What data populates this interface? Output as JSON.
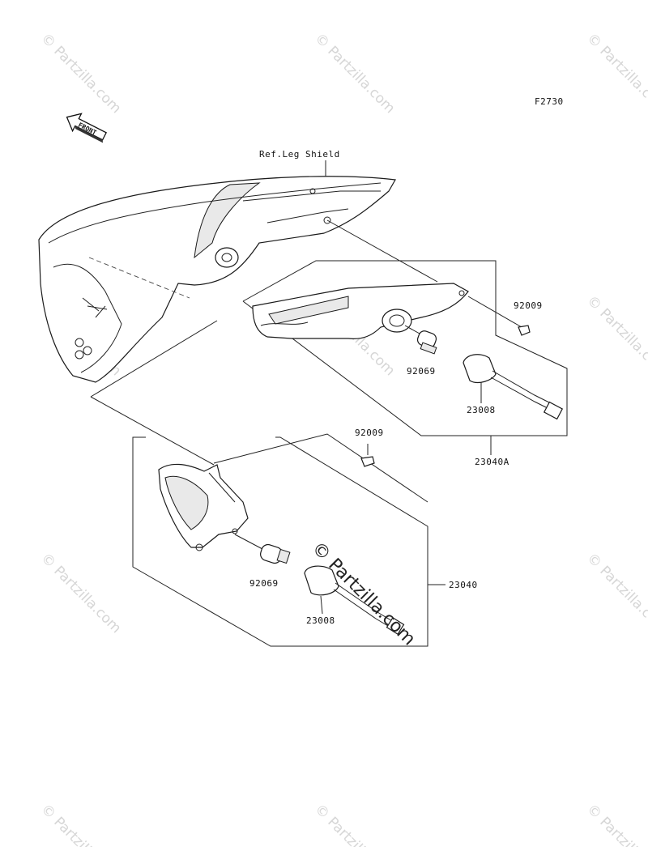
{
  "diagram": {
    "figure_code": "F2730",
    "front_arrow_label": "FRONT",
    "reference_label": "Ref.Leg Shield",
    "watermark_text": "© Partzilla.com",
    "callouts": {
      "screw_upper": "92009",
      "bulb_upper": "92069",
      "socket_upper": "23008",
      "assembly_upper": "23040A",
      "screw_lower": "92009",
      "bulb_lower": "92069",
      "socket_lower": "23008",
      "assembly_lower": "23040"
    }
  }
}
